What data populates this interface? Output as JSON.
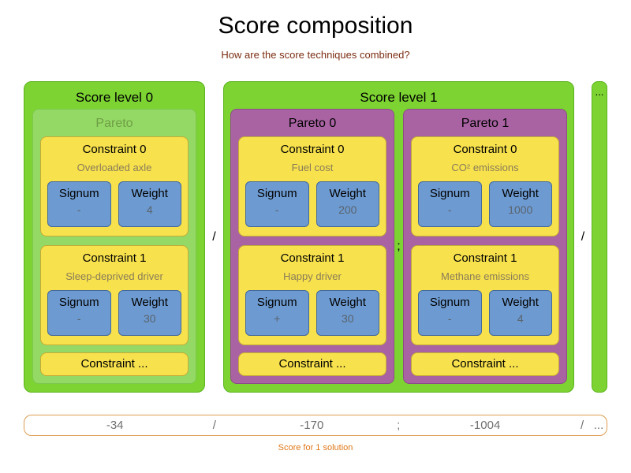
{
  "header": {
    "title": "Score composition",
    "subtitle": "How are the score techniques combined?"
  },
  "labels": {
    "signum": "Signum",
    "weight": "Weight"
  },
  "separators": {
    "level_separator": "/",
    "pareto_separator": ";",
    "more": "..."
  },
  "levels": [
    {
      "label": "Score level 0",
      "paretos": [
        {
          "label": "Pareto",
          "constraints": [
            {
              "label": "Constraint 0",
              "description": "Overloaded axle",
              "signum": "-",
              "weight": "4"
            },
            {
              "label": "Constraint 1",
              "description": "Sleep-deprived driver",
              "signum": "-",
              "weight": "30"
            }
          ],
          "more_label": "Constraint ..."
        }
      ]
    },
    {
      "label": "Score level 1",
      "paretos": [
        {
          "label": "Pareto 0",
          "constraints": [
            {
              "label": "Constraint 0",
              "description": "Fuel cost",
              "signum": "-",
              "weight": "200"
            },
            {
              "label": "Constraint 1",
              "description": "Happy driver",
              "signum": "+",
              "weight": "30"
            }
          ],
          "more_label": "Constraint ..."
        },
        {
          "label": "Pareto 1",
          "constraints": [
            {
              "label": "Constraint 0",
              "description": "CO² emissions",
              "signum": "-",
              "weight": "1000"
            },
            {
              "label": "Constraint 1",
              "description": "Methane emissions",
              "signum": "-",
              "weight": "4"
            }
          ],
          "more_label": "Constraint ..."
        }
      ]
    }
  ],
  "score_bar": {
    "values": [
      "-34",
      "/",
      "-170",
      ";",
      "-1004",
      "/",
      "..."
    ],
    "caption": "Score for 1 solution"
  },
  "colors": {
    "level_green": "#7cd332",
    "pareto_light_green": "#94d965",
    "pareto_purple": "#a963a2",
    "constraint_yellow": "#f7e14d",
    "signum_weight_blue": "#6d9ad0",
    "score_orange": "#e07818",
    "subtitle_red": "#7b2d12"
  }
}
